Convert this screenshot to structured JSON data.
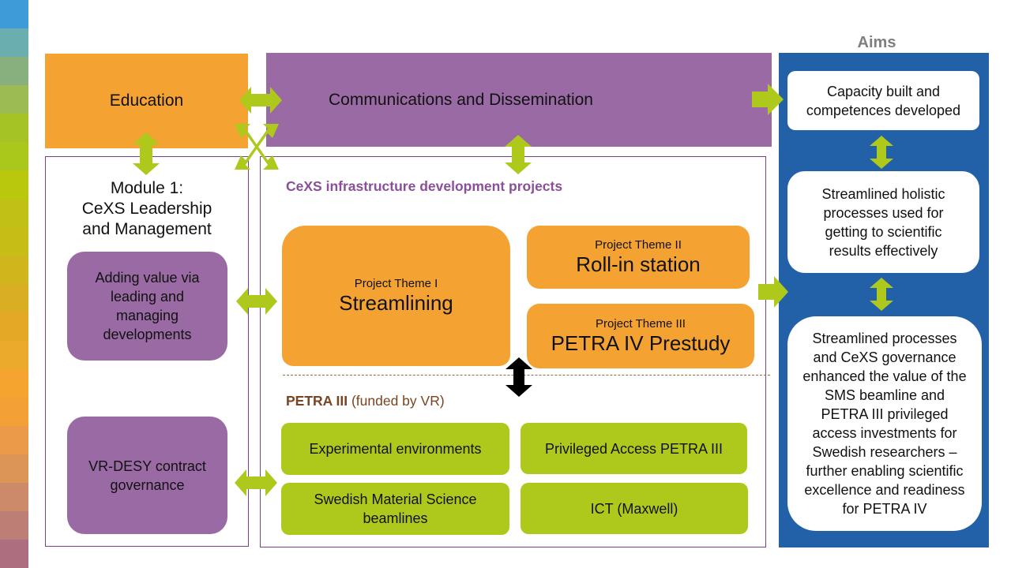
{
  "colors": {
    "education": "#f4a332",
    "communications": "#9a6aa4",
    "frame_border": "#7d3f8d",
    "project_theme": "#f4a332",
    "petra_item": "#aec91c",
    "aims_panel": "#2260a8",
    "arrow": "#aec91c",
    "arrow_black": "#000000",
    "infra_title": "#8a4f98",
    "petra_heading": "#7a4420",
    "aims_label": "#7f7f7f"
  },
  "side_strip_colors": [
    "#3f9bd8",
    "#6aaeb0",
    "#88b07e",
    "#9cbb52",
    "#a5c325",
    "#aac71c",
    "#b9c80c",
    "#bfc215",
    "#c6be17",
    "#d0b61c",
    "#daae22",
    "#e3a826",
    "#ecaa2c",
    "#f5a430",
    "#f3a035",
    "#eb9a4a",
    "#dc9457",
    "#cd8a6a",
    "#bd7e75",
    "#ad6f7f"
  ],
  "education": {
    "label": "Education"
  },
  "communications": {
    "label": "Communications and Dissemination"
  },
  "module": {
    "title_line1": "Module 1:",
    "title_line2": "CeXS Leadership",
    "title_line3": "and Management",
    "boxes": [
      {
        "label": "Adding value via leading and managing developments"
      },
      {
        "label": "VR-DESY contract governance"
      }
    ]
  },
  "infrastructure": {
    "title": "CeXS infrastructure development projects",
    "themes": [
      {
        "kicker": "Project Theme I",
        "name": "Streamlining"
      },
      {
        "kicker": "Project Theme II",
        "name": "Roll-in station"
      },
      {
        "kicker": "Project Theme III",
        "name": "PETRA IV Prestudy"
      }
    ]
  },
  "petra3": {
    "heading_bold": "PETRA III",
    "heading_rest": " (funded by VR)",
    "items": [
      {
        "label": "Experimental environments"
      },
      {
        "label": "Privileged Access PETRA III"
      },
      {
        "label": "Swedish Material Science beamlines"
      },
      {
        "label": "ICT (Maxwell)"
      }
    ]
  },
  "aims": {
    "label": "Aims",
    "items": [
      {
        "label": "Capacity built and competences developed"
      },
      {
        "label": "Streamlined holistic processes used for getting to scientific results effectively"
      },
      {
        "label": "Streamlined processes and CeXS governance enhanced the value of the SMS beamline and PETRA III privileged access investments for Swedish researchers – further enabling scientific excellence and readiness for PETRA IV"
      }
    ]
  }
}
